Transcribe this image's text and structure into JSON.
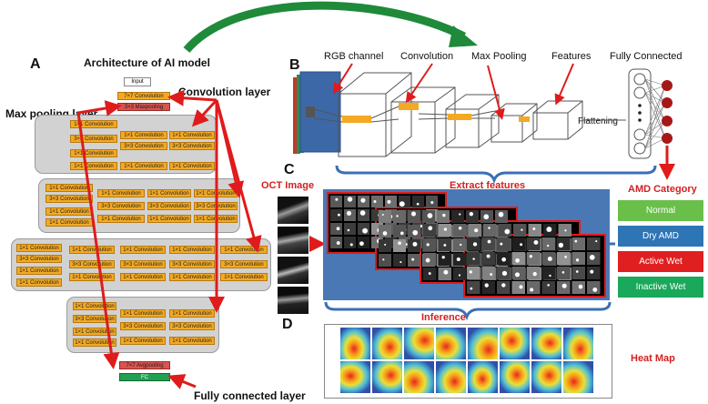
{
  "panel_letters": {
    "a": "A",
    "b": "B",
    "c": "C",
    "d": "D"
  },
  "panel_a": {
    "title": "Architecture of AI model",
    "conv_layer_label": "Convolution layer",
    "max_pool_label": "Max pooling layer",
    "fc_label": "Fully connected layer",
    "input": "Input",
    "conv7": "7×7 Convolution",
    "maxpool": "3×3 Maxpooling",
    "avgpool": "7×7 Avgpooling",
    "fc_box": "FC",
    "conv1": "1×1 Convolution",
    "conv3": "3×3 Convolution"
  },
  "panel_b": {
    "rgb": "RGB channel",
    "conv": "Convolution",
    "maxpool": "Max Pooling",
    "features": "Features",
    "fc": "Fully Connected",
    "flattening": "Flattening"
  },
  "panel_c": {
    "oct_image": "OCT Image",
    "extract": "Extract features",
    "amd_category": "AMD Category",
    "categories": [
      {
        "label": "Normal",
        "color": "#6abf4b"
      },
      {
        "label": "Dry AMD",
        "color": "#2e75b6"
      },
      {
        "label": "Active Wet",
        "color": "#e02020"
      },
      {
        "label": "Inactive Wet",
        "color": "#1aa85a"
      }
    ],
    "inference": "Inference"
  },
  "panel_d": {
    "heat_map": "Heat Map"
  },
  "colors": {
    "accent_red": "#d42020",
    "panel_blue": "#4a78b5",
    "conv_orange": "#f3a922"
  }
}
